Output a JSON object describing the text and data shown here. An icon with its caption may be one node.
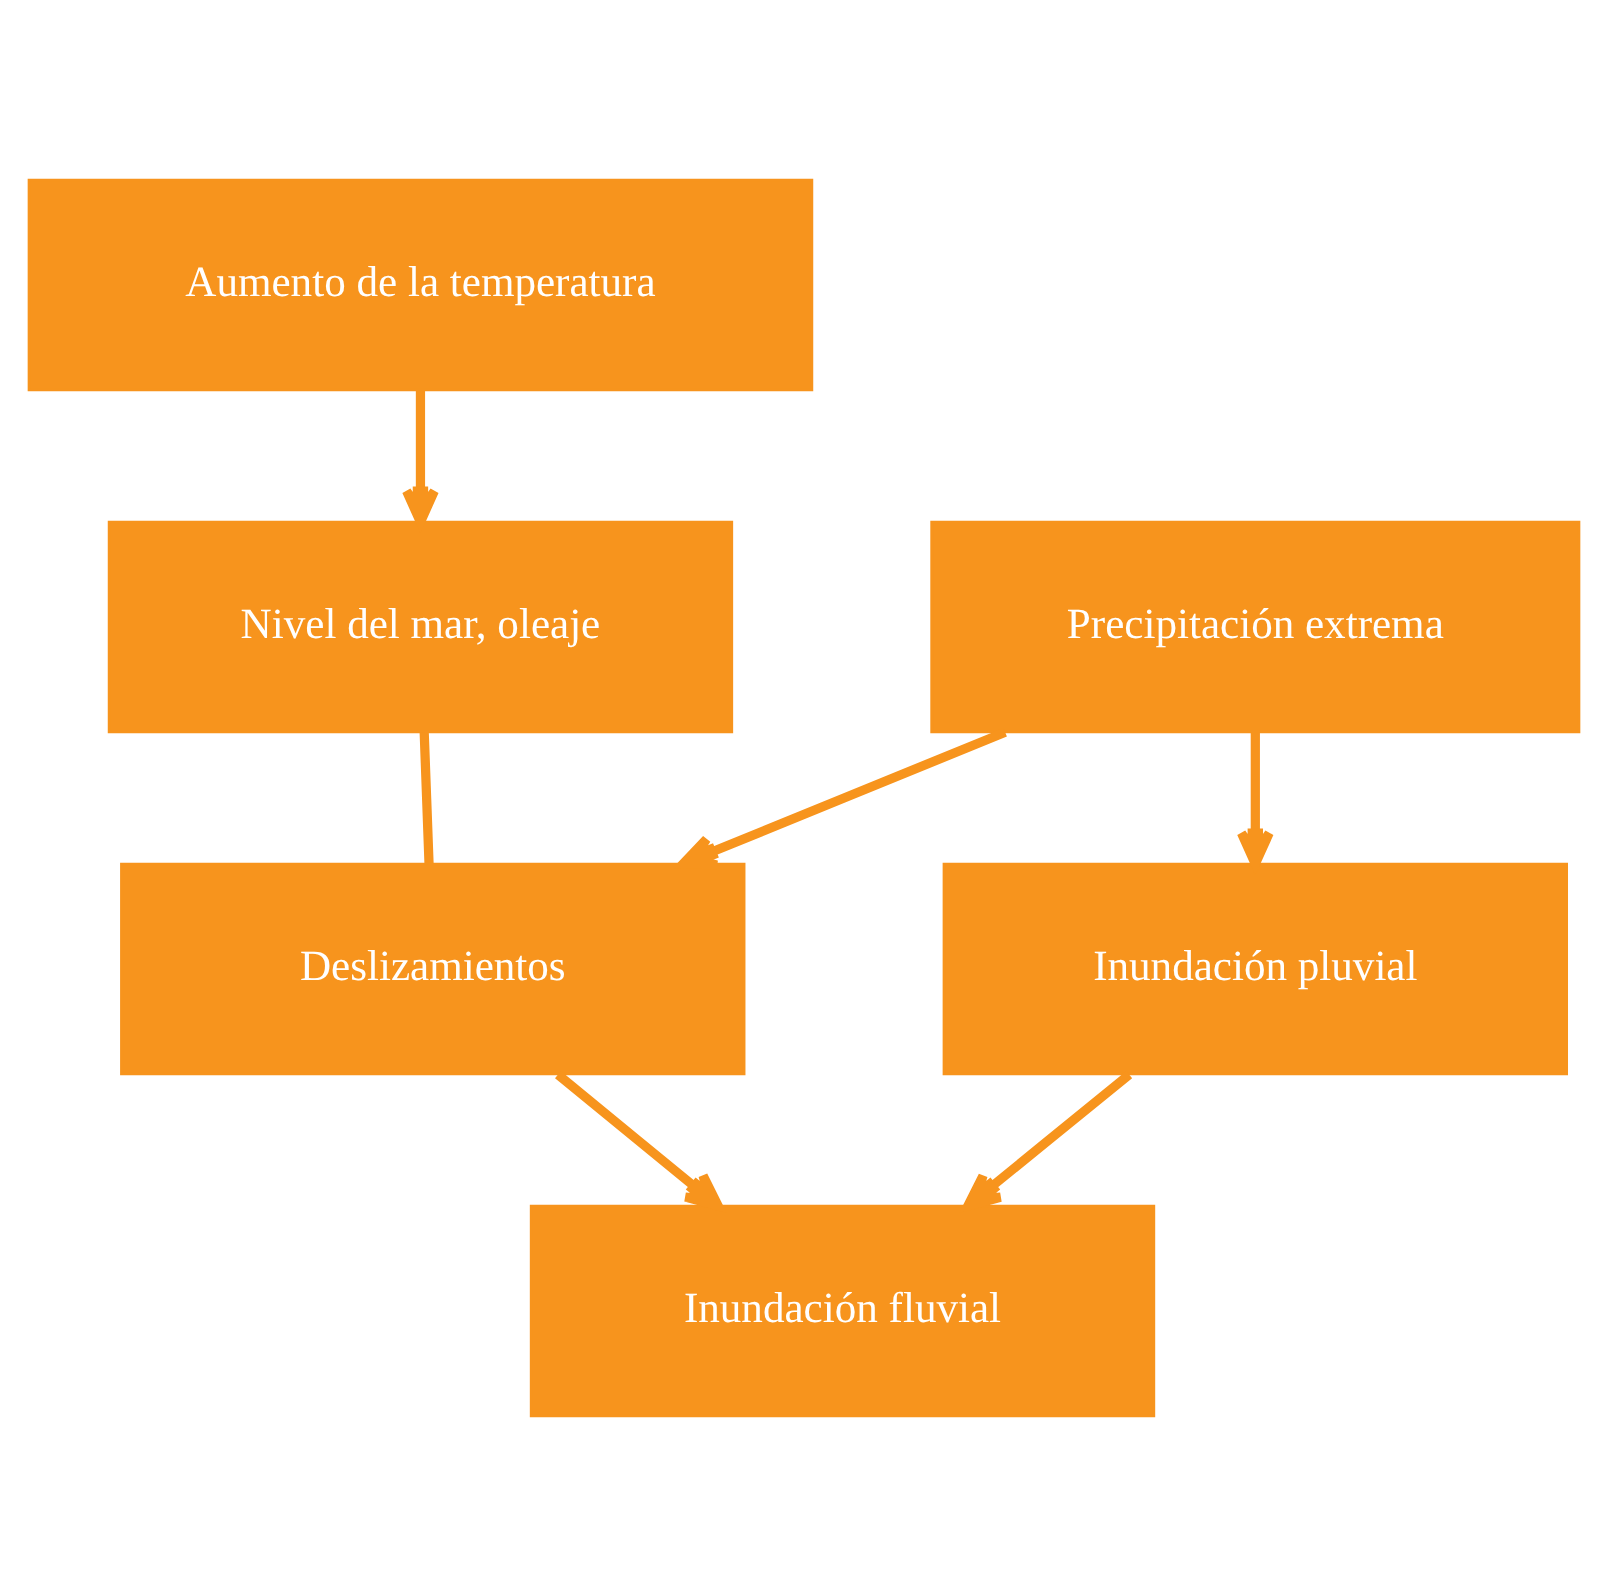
{
  "diagram": {
    "nodes": [
      {
        "text": [
          "Aumento de la temperatura"
        ]
      },
      {
        "text": [
          "Nivel del mar, oleaje"
        ]
      },
      {
        "text": [
          "Precipitación extrema"
        ]
      },
      {
        "text": [
          "Deslizamientos"
        ]
      },
      {
        "text": [
          "Inundación pluvial"
        ]
      },
      {
        "text": [
          "Inundación fluvial"
        ]
      }
    ],
    "edges": [
      {
        "from": 0,
        "to": 1,
        "arrow": "to"
      },
      {
        "from": 1,
        "to": 3,
        "arrow": "none"
      },
      {
        "from": 2,
        "to": 3,
        "arrow": "to"
      },
      {
        "from": 2,
        "to": 4,
        "arrow": "to"
      },
      {
        "from": 3,
        "to": 5,
        "arrow": "to"
      },
      {
        "from": 4,
        "to": 5,
        "arrow": "to"
      }
    ]
  }
}
